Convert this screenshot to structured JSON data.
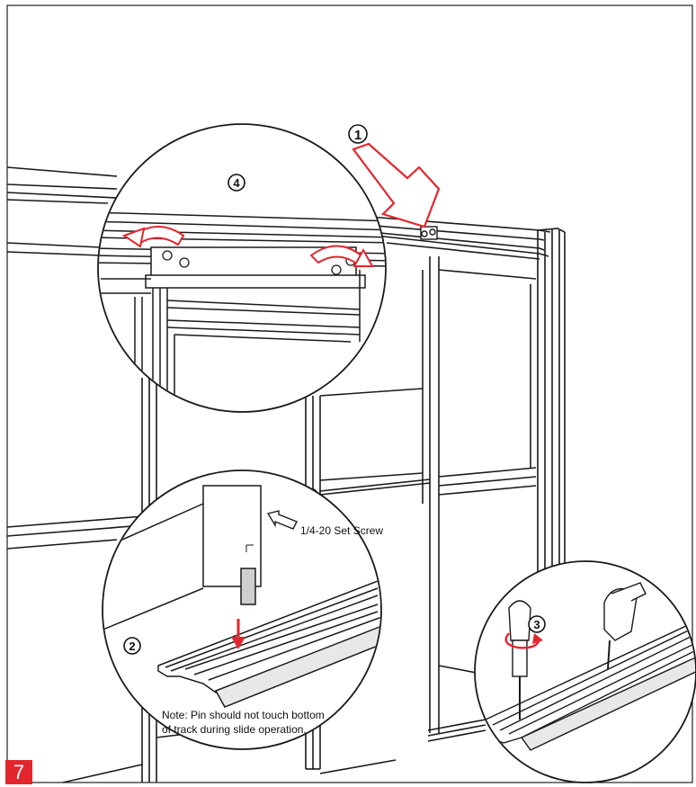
{
  "step_number": "7",
  "callouts": {
    "c1": "1",
    "c2": "2",
    "c3": "3",
    "c4": "4"
  },
  "labels": {
    "set_screw": "1/4-20 Set Screw",
    "note_line1": "Note: Pin should not touch bottom",
    "note_line2": "of track during slide operation."
  },
  "colors": {
    "accent": "#e3262d",
    "line": "#1a1a1a"
  }
}
